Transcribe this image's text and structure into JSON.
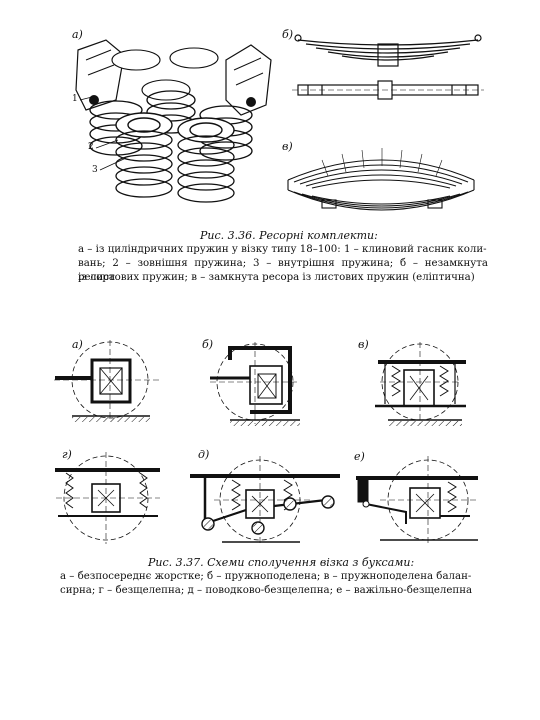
{
  "figure_336": {
    "panel_labels": [
      "а)",
      "б)",
      "в)"
    ],
    "callouts": [
      "1",
      "2",
      "3"
    ],
    "caption_title": "Рис. 3.36. Ресорні комплекти:",
    "caption_lines": [
      "а – із циліндричних пружин у візку типу 18–100: 1 – клиновий гасник коли-",
      "вань; 2 – зовнішня пружина; 3 – внутрішня пружина; б – незамкнута ресора",
      "із листових пружин; в – замкнута ресора із листових пружин (еліптична)"
    ]
  },
  "figure_337": {
    "panel_labels": [
      "а)",
      "б)",
      "в)",
      "г)",
      "д)",
      "е)"
    ],
    "caption_title": "Рис. 3.37. Схеми сполучення візка з буксами:",
    "caption_lines": [
      "а – безпосереднє жорстке; б – пружноподелена; в – пружноподелена балан-",
      "сирна; г – безщелепна; д – поводково-безщелепна; е – важільно-безщелепна"
    ]
  }
}
